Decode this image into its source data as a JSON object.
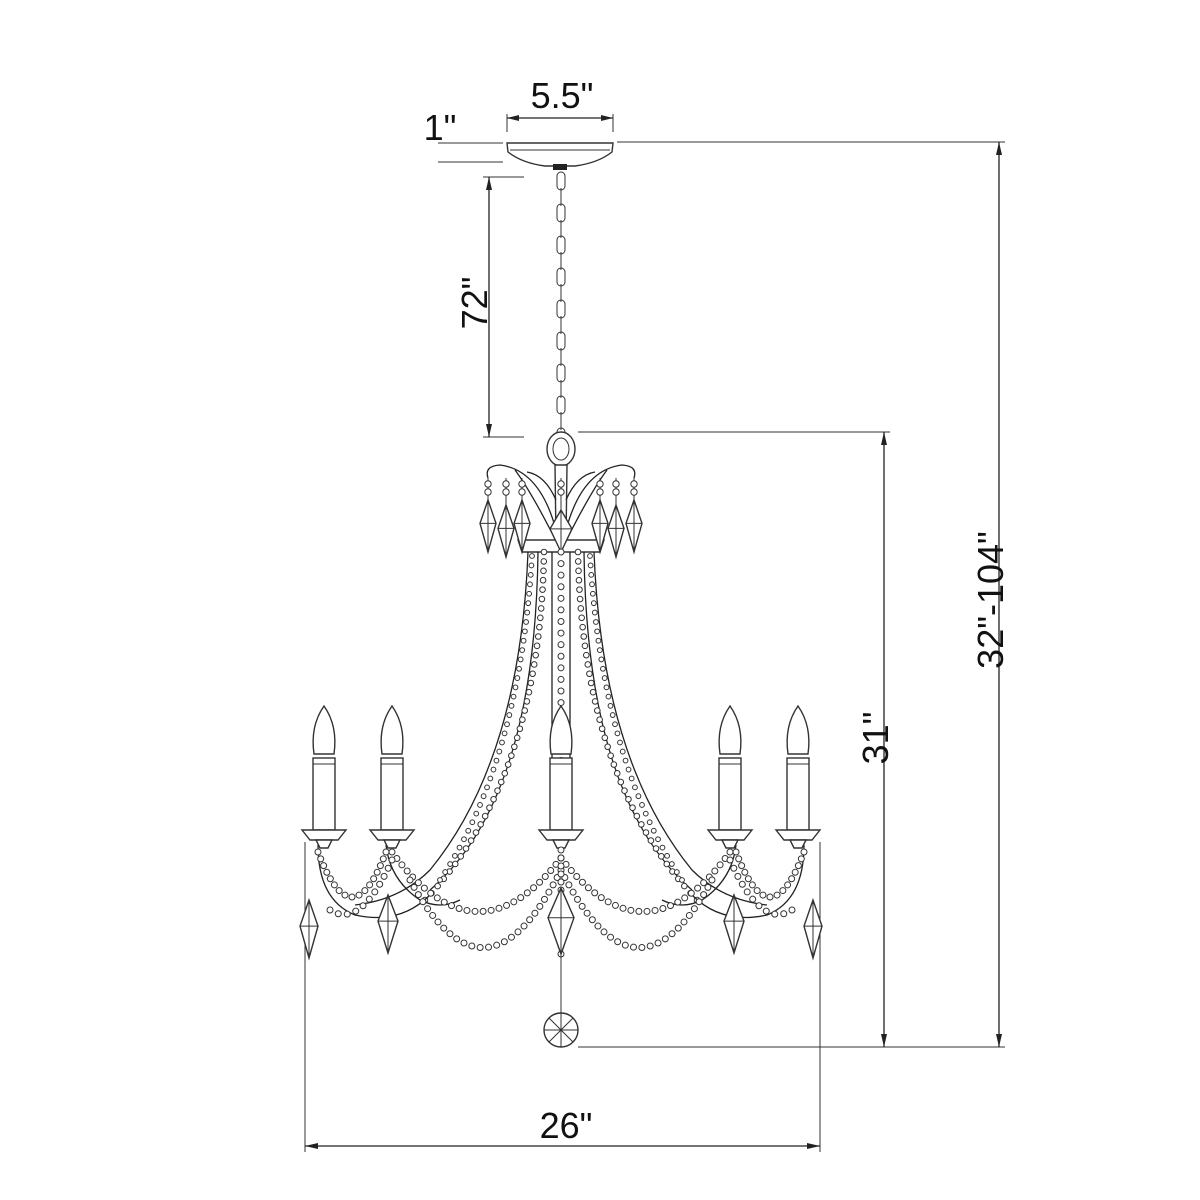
{
  "dimensions": {
    "canopy_width": "5.5\"",
    "canopy_height": "1\"",
    "chain_length": "72\"",
    "fixture_height": "31\"",
    "overall_height": "32\"-104\"",
    "fixture_width": "26\""
  }
}
